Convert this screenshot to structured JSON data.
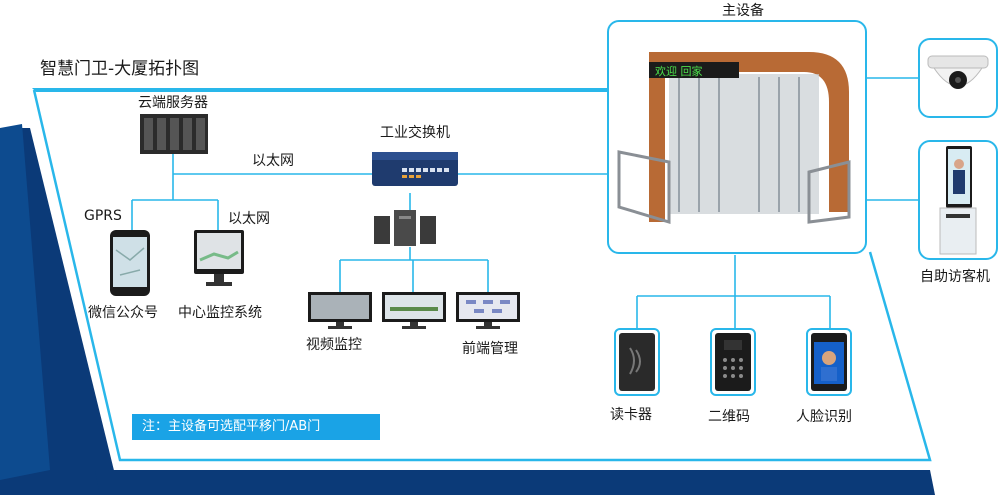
{
  "diagram": {
    "title": "智慧门卫-大厦拓扑图",
    "nodes": {
      "cloud_server": "云端服务器",
      "switch": "工业交换机",
      "main_device": "主设备",
      "wechat": "微信公众号",
      "central_monitor": "中心监控系统",
      "video_monitor": "视频监控",
      "frontend_mgmt": "前端管理",
      "self_service_kiosk": "自助访客机",
      "card_reader": "读卡器",
      "qr_reader": "二维码",
      "face_recognition": "人脸识别"
    },
    "links": {
      "ethernet_top": "以太网",
      "gprs": "GPRS",
      "ethernet_right": "以太网"
    },
    "gate_sign": "欢迎  回家",
    "note": "注：主设备可选配平移门/AB门"
  },
  "colors": {
    "frame_blue": "#29b7ea",
    "dark_blue": "#0b3a78",
    "note_bg": "#1aa3e6"
  }
}
